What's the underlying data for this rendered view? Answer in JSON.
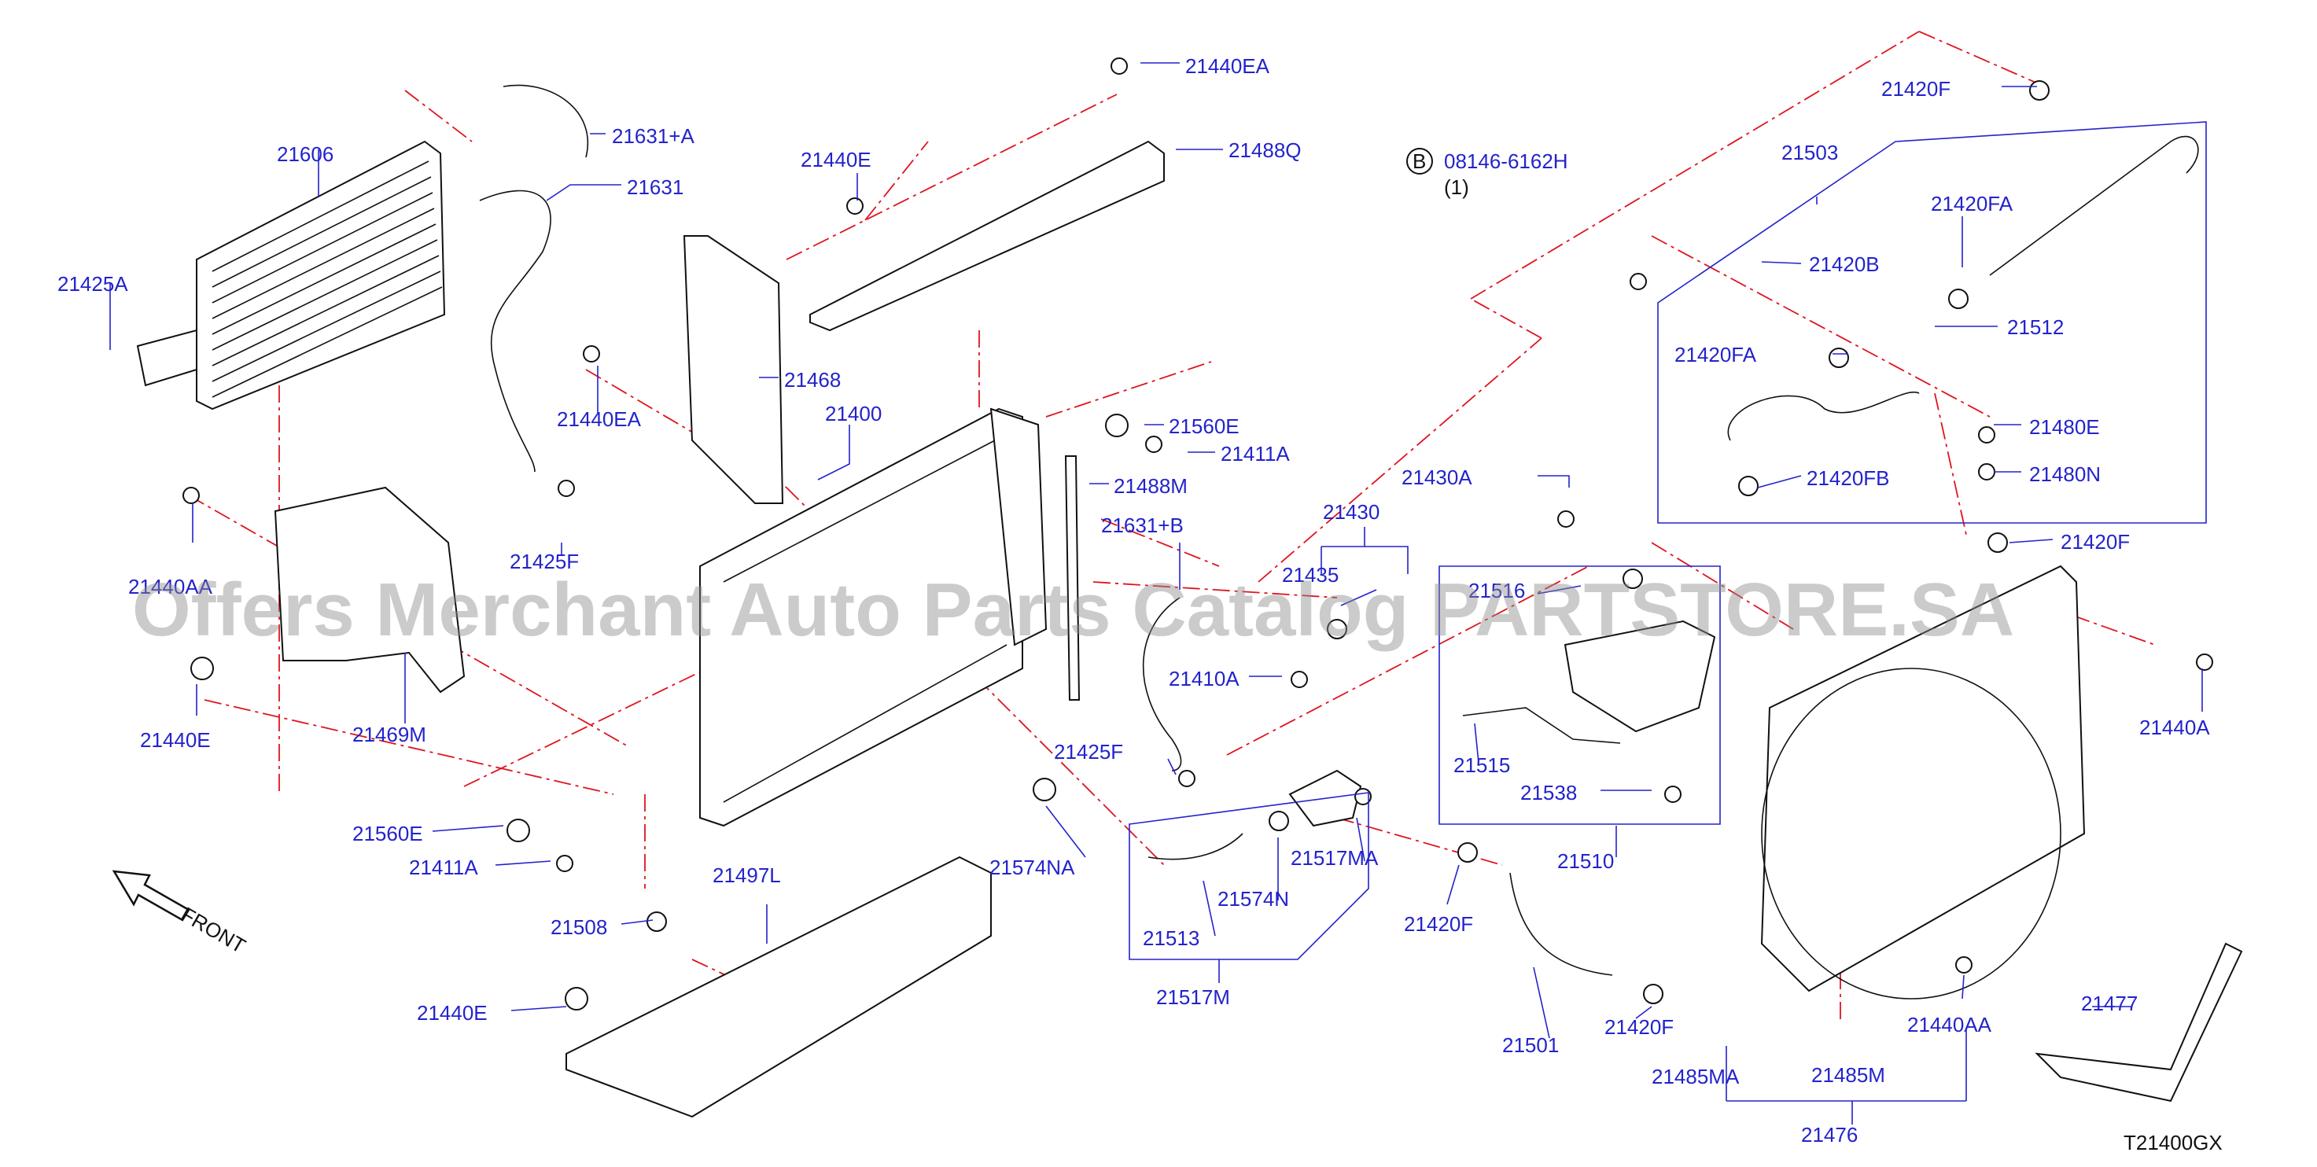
{
  "watermark": "Offers Merchant Auto Parts Catalog PARTSTORE.SA",
  "diagram_code": "T21400GX",
  "front_label": "FRONT",
  "bolt_ref": {
    "symbol": "B",
    "number": "08146-6162H",
    "qty": "(1)"
  },
  "labels": {
    "p21606": "21606",
    "p21631A": "21631+A",
    "p21631": "21631",
    "p21425A": "21425A",
    "p21440EA_top": "21440EA",
    "p21488Q": "21488Q",
    "p21440E_top": "21440E",
    "p21468": "21468",
    "p21440EA_mid": "21440EA",
    "p21400": "21400",
    "p21560E_r": "21560E",
    "p21411A_r": "21411A",
    "p21488M": "21488M",
    "p21631B": "21631+B",
    "p21425F_l": "21425F",
    "p21440AA_l": "21440AA",
    "p21440E_l": "21440E",
    "p21469M": "21469M",
    "p21560E_l": "21560E",
    "p21411A_l": "21411A",
    "p21508": "21508",
    "p21497L": "21497L",
    "p21440E_b": "21440E",
    "p21574NA": "21574NA",
    "p21425F_m": "21425F",
    "p21410A": "21410A",
    "p21430": "21430",
    "p21435": "21435",
    "p21430A": "21430A",
    "p21516": "21516",
    "p21515": "21515",
    "p21538": "21538",
    "p21510": "21510",
    "p21513": "21513",
    "p21574N": "21574N",
    "p21517MA": "21517MA",
    "p21517M": "21517M",
    "p21420F_m": "21420F",
    "p21501": "21501",
    "p21420F_b": "21420F",
    "p21420F_top": "21420F",
    "p21503": "21503",
    "p21420FA_t": "21420FA",
    "p21420B": "21420B",
    "p21512": "21512",
    "p21420FA_l": "21420FA",
    "p21480E": "21480E",
    "p21480N": "21480N",
    "p21420FB": "21420FB",
    "p21420F_r": "21420F",
    "p21440A": "21440A",
    "p21477": "21477",
    "p21440AA_r": "21440AA",
    "p21485MA": "21485MA",
    "p21485M": "21485M",
    "p21476": "21476"
  },
  "colors": {
    "label": "#2323cc",
    "phantom_line": "#e0141e",
    "part_outline": "#111111",
    "watermark": "#8c8c8c"
  }
}
